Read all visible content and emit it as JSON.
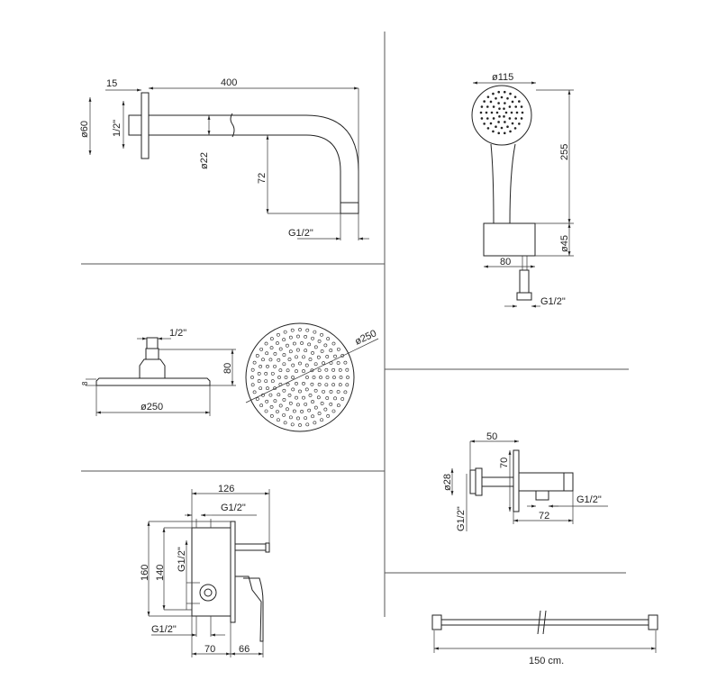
{
  "arm": {
    "d15": "15",
    "d400": "400",
    "d60": "ø60",
    "half": "1/2\"",
    "d22": "ø22",
    "d72": "72",
    "g": "G1/2\""
  },
  "hand": {
    "d115": "ø115",
    "d255": "255",
    "d45": "ø45",
    "d80": "80",
    "g": "G1/2\""
  },
  "head": {
    "half": "1/2\"",
    "d80": "80",
    "d8": "8",
    "d250a": "ø250",
    "d250b": "ø250"
  },
  "elbow": {
    "d50": "50",
    "d70": "70",
    "d28": "ø28",
    "g1": "G1/2\"",
    "g2": "G1/2\"",
    "d72": "72"
  },
  "valve": {
    "d126": "126",
    "gtop": "G1/2\"",
    "d160": "160",
    "d140": "140",
    "gside": "G1/2\"",
    "gbot": "G1/2\"",
    "d70": "70",
    "d66": "66"
  },
  "hose": {
    "length": "150 cm."
  }
}
